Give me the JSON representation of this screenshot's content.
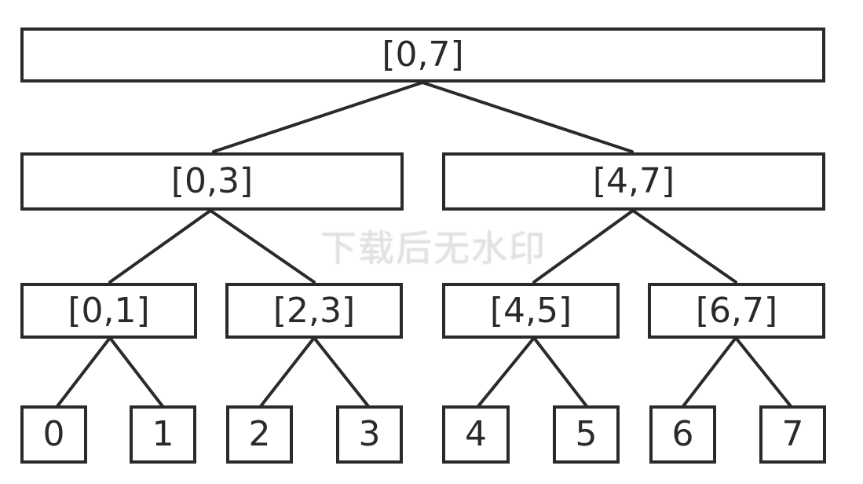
{
  "tree": {
    "level0": [
      "[0,7]"
    ],
    "level1": [
      "[0,3]",
      "[4,7]"
    ],
    "level2": [
      "[0,1]",
      "[2,3]",
      "[4,5]",
      "[6,7]"
    ],
    "leaves": [
      "0",
      "1",
      "2",
      "3",
      "4",
      "5",
      "6",
      "7"
    ]
  },
  "watermark": "下载后无水印",
  "colors": {
    "stroke": "#2a2a2a",
    "background": "#ffffff",
    "watermark": "#e1e1e1"
  }
}
